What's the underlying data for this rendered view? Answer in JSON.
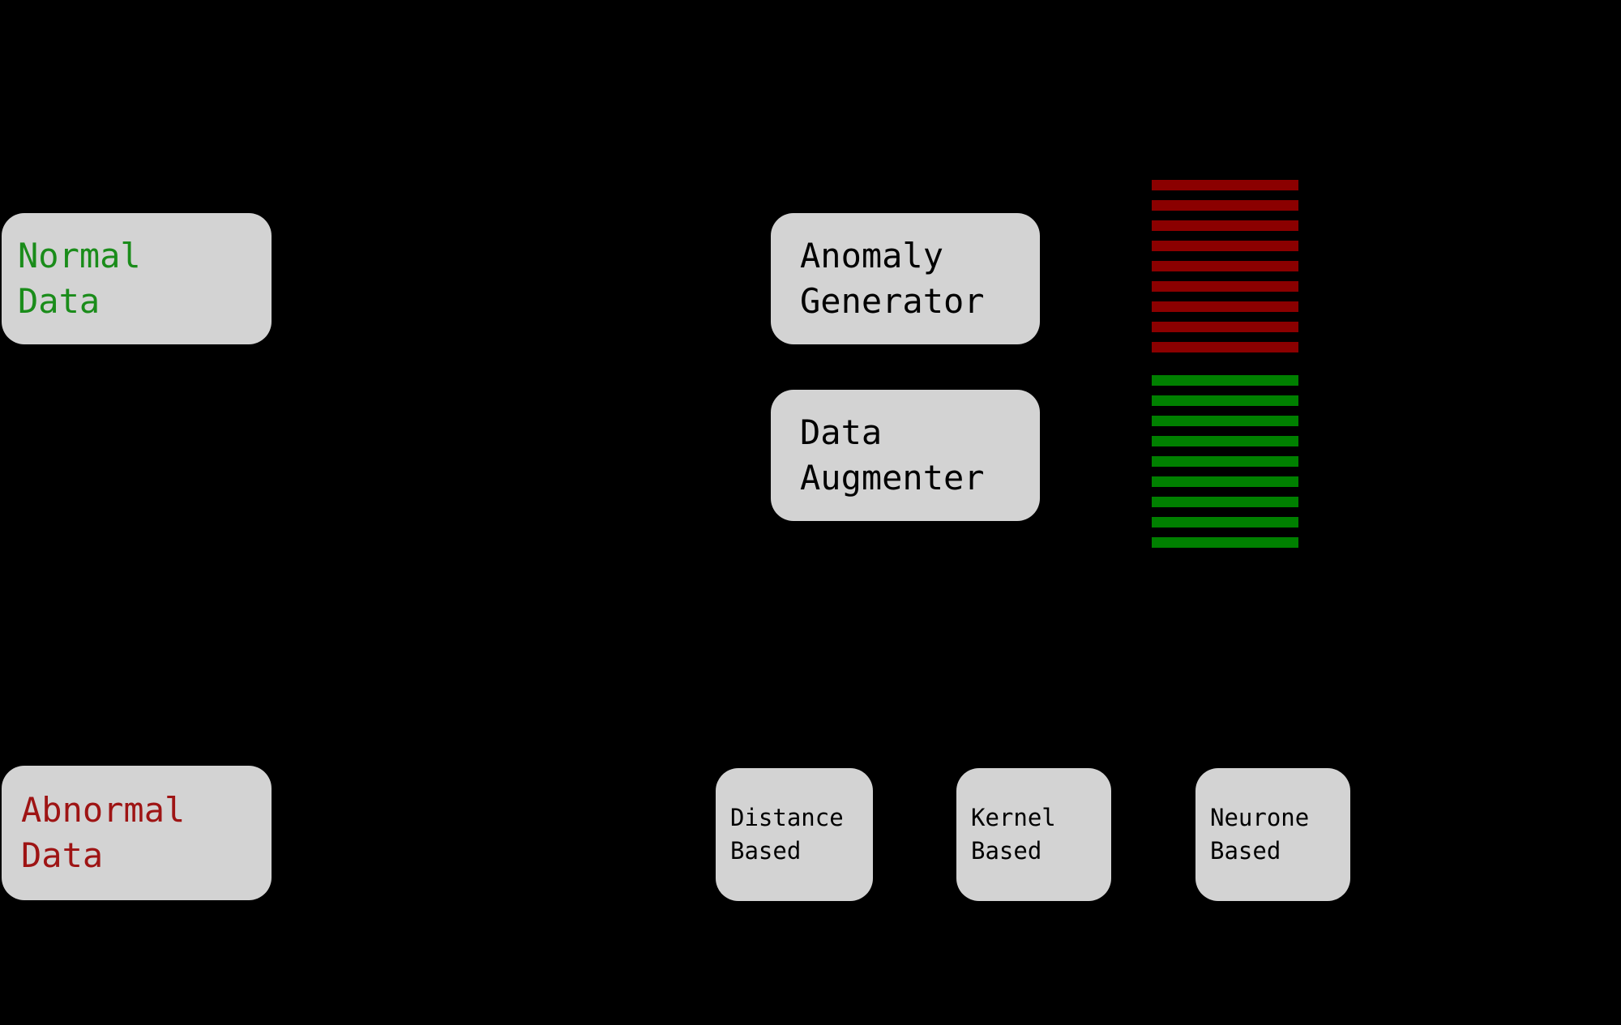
{
  "diagram": {
    "background": "#000000",
    "box_fill": "#d3d3d3",
    "boxes": {
      "normal_data": {
        "line1": "Normal",
        "line2": "Data",
        "text_color": "#1a8c1a"
      },
      "abnormal_data": {
        "line1": "Abnormal",
        "line2": "Data",
        "text_color": "#9e1414"
      },
      "anomaly_generator": {
        "line1": "Anomaly",
        "line2": "Generator",
        "text_color": "#000000"
      },
      "data_augmenter": {
        "line1": "Data",
        "line2": "Augmenter",
        "text_color": "#000000"
      },
      "distance_based": {
        "line1": "Distance",
        "line2": "Based",
        "text_color": "#000000"
      },
      "kernel_based": {
        "line1": "Kernel",
        "line2": "Based",
        "text_color": "#000000"
      },
      "neurone_based": {
        "line1": "Neurone",
        "line2": "Based",
        "text_color": "#000000"
      }
    },
    "stripes": {
      "abnormal": {
        "color": "#8B0000",
        "count": 9
      },
      "normal": {
        "color": "#008000",
        "count": 9
      }
    }
  }
}
